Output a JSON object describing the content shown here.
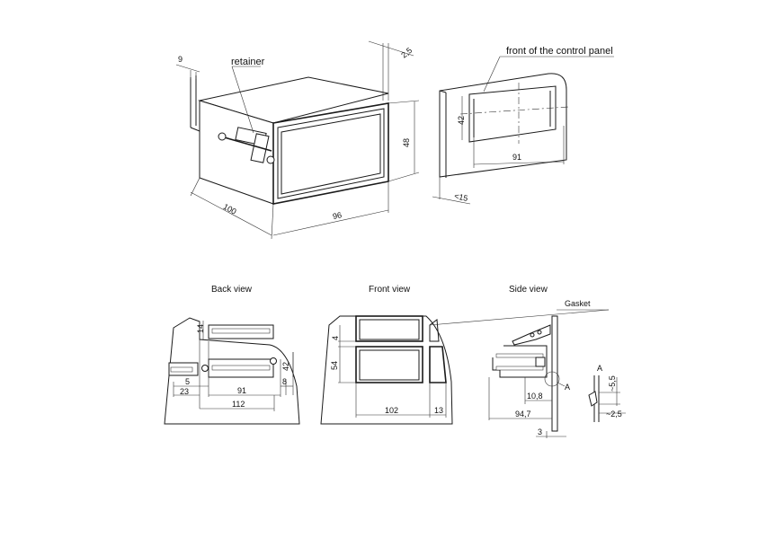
{
  "iso_view": {
    "retainer_label": "retainer",
    "dim_depth": "100",
    "dim_width": "96",
    "dim_height": "48",
    "dim_bezel": "9",
    "dim_frame": "2,5"
  },
  "panel_cutout": {
    "label": "front of the control panel",
    "dim_height": "42",
    "dim_width": "91",
    "dim_thickness": "<15"
  },
  "back_view": {
    "title": "Back view",
    "dims": [
      "14",
      "42",
      "5",
      "23",
      "91",
      "8",
      "112"
    ]
  },
  "front_view": {
    "title": "Front view",
    "dims": [
      "4",
      "54",
      "102",
      "13"
    ]
  },
  "side_view": {
    "title": "Side view",
    "gasket_label": "Gasket",
    "detail_marker": "A",
    "detail_title": "A",
    "dims": [
      "10,8",
      "94,7",
      "3",
      "~5,5",
      "~2,5"
    ]
  }
}
